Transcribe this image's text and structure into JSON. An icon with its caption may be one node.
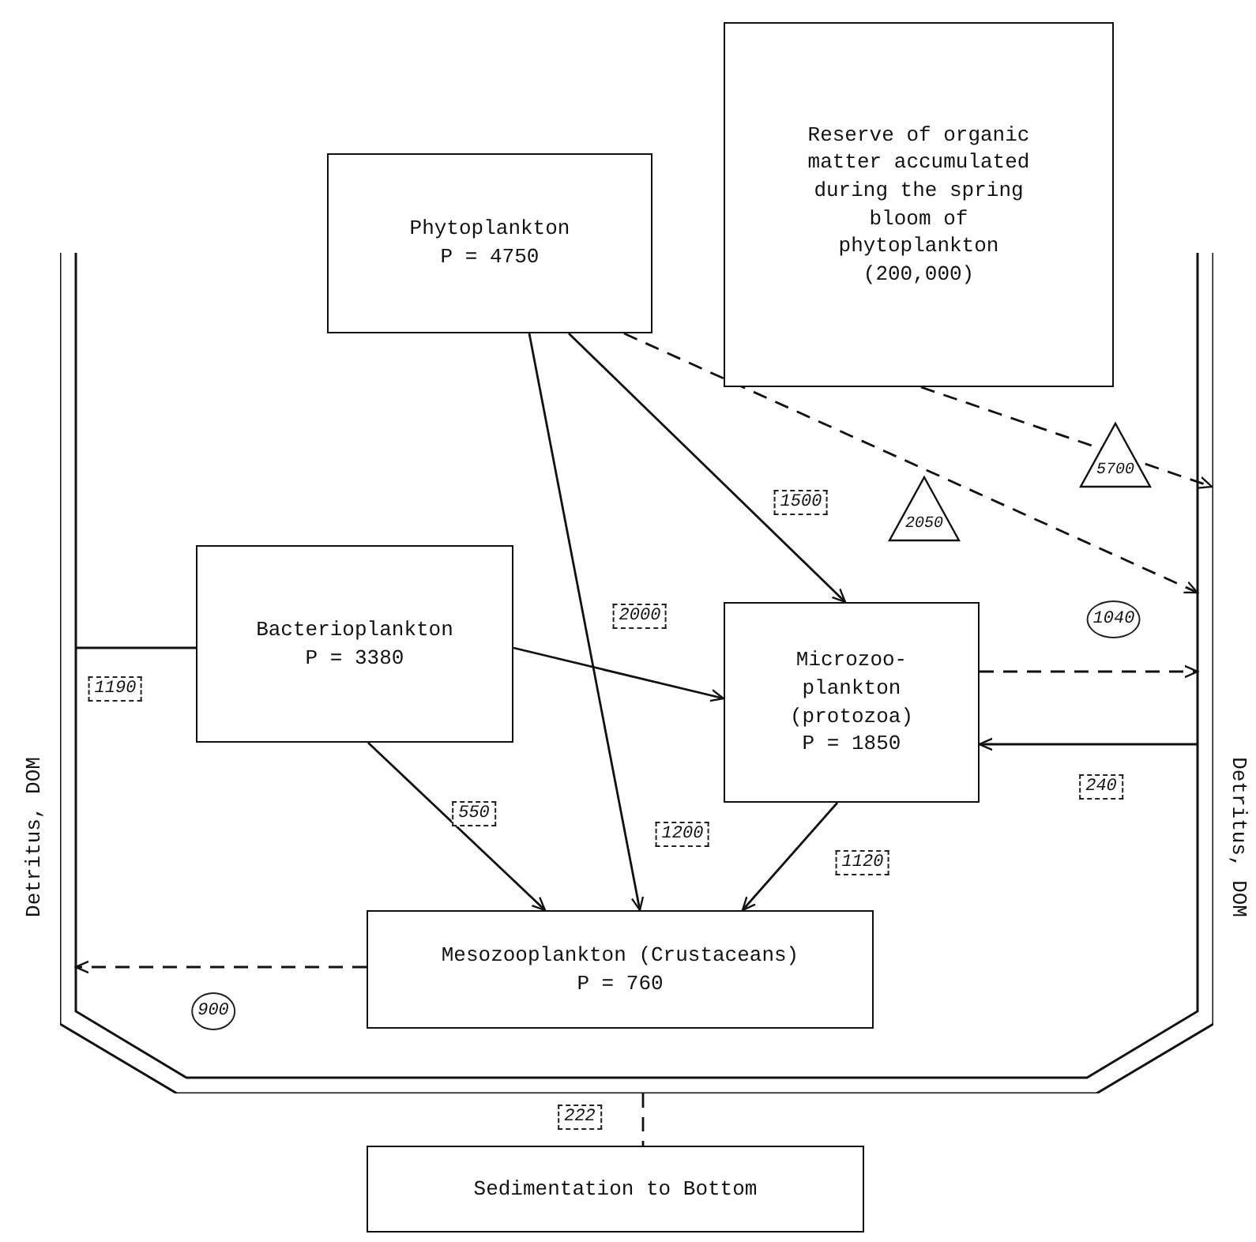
{
  "diagram": {
    "nodes": [
      {
        "text": [
          "Phytoplankton",
          "P = 4750"
        ],
        "in": 2
      },
      {
        "text": [
          "Reserve of organic matter accumulated during the spring bloom of phytoplankton (200,000)"
        ],
        "in": 2
      },
      {
        "text": [
          "Detritus, DOM",
          "Detritus, DOM"
        ]
      },
      {
        "text": [
          "Bacterioplankton",
          "P = 3380"
        ],
        "in": 2
      },
      {
        "text": [
          "Microzoo-plankton (protozoa)",
          "P = 1850"
        ],
        "in": 2
      },
      {
        "text": [
          "Mesozooplankton (Crustaceans)",
          "P = 760"
        ],
        "in": 2
      },
      {
        "text": [
          "Sedimentation to Bottom"
        ]
      }
    ],
    "edges": [
      {
        "from": 0,
        "to": 4,
        "arrow": "to",
        "label": "1500"
      },
      {
        "from": 0,
        "to": 5,
        "arrow": "to",
        "label": "1200"
      },
      {
        "from": 0,
        "to": 2,
        "arrow": "to",
        "label": "2050",
        "style": "dashed"
      },
      {
        "from": 1,
        "to": 2,
        "arrow": "to",
        "label": "5700",
        "style": "dashed"
      },
      {
        "from": 3,
        "to": 4,
        "arrow": "to",
        "label": "2000"
      },
      {
        "from": 3,
        "to": 5,
        "arrow": "to",
        "label": "550"
      },
      {
        "from": 4,
        "to": 5,
        "arrow": "to",
        "label": "1120"
      },
      {
        "from": 4,
        "to": 2,
        "arrow": "to",
        "label": "1040",
        "style": "dashed"
      },
      {
        "from": 2,
        "to": 4,
        "arrow": "to",
        "label": "240"
      },
      {
        "from": 2,
        "to": 3,
        "arrow": "none",
        "label": "1190"
      },
      {
        "from": 5,
        "to": 2,
        "arrow": "to",
        "label": "900",
        "style": "dashed"
      },
      {
        "from": 2,
        "to": 6,
        "arrow": "none",
        "label": "222",
        "style": "dashed"
      }
    ]
  }
}
